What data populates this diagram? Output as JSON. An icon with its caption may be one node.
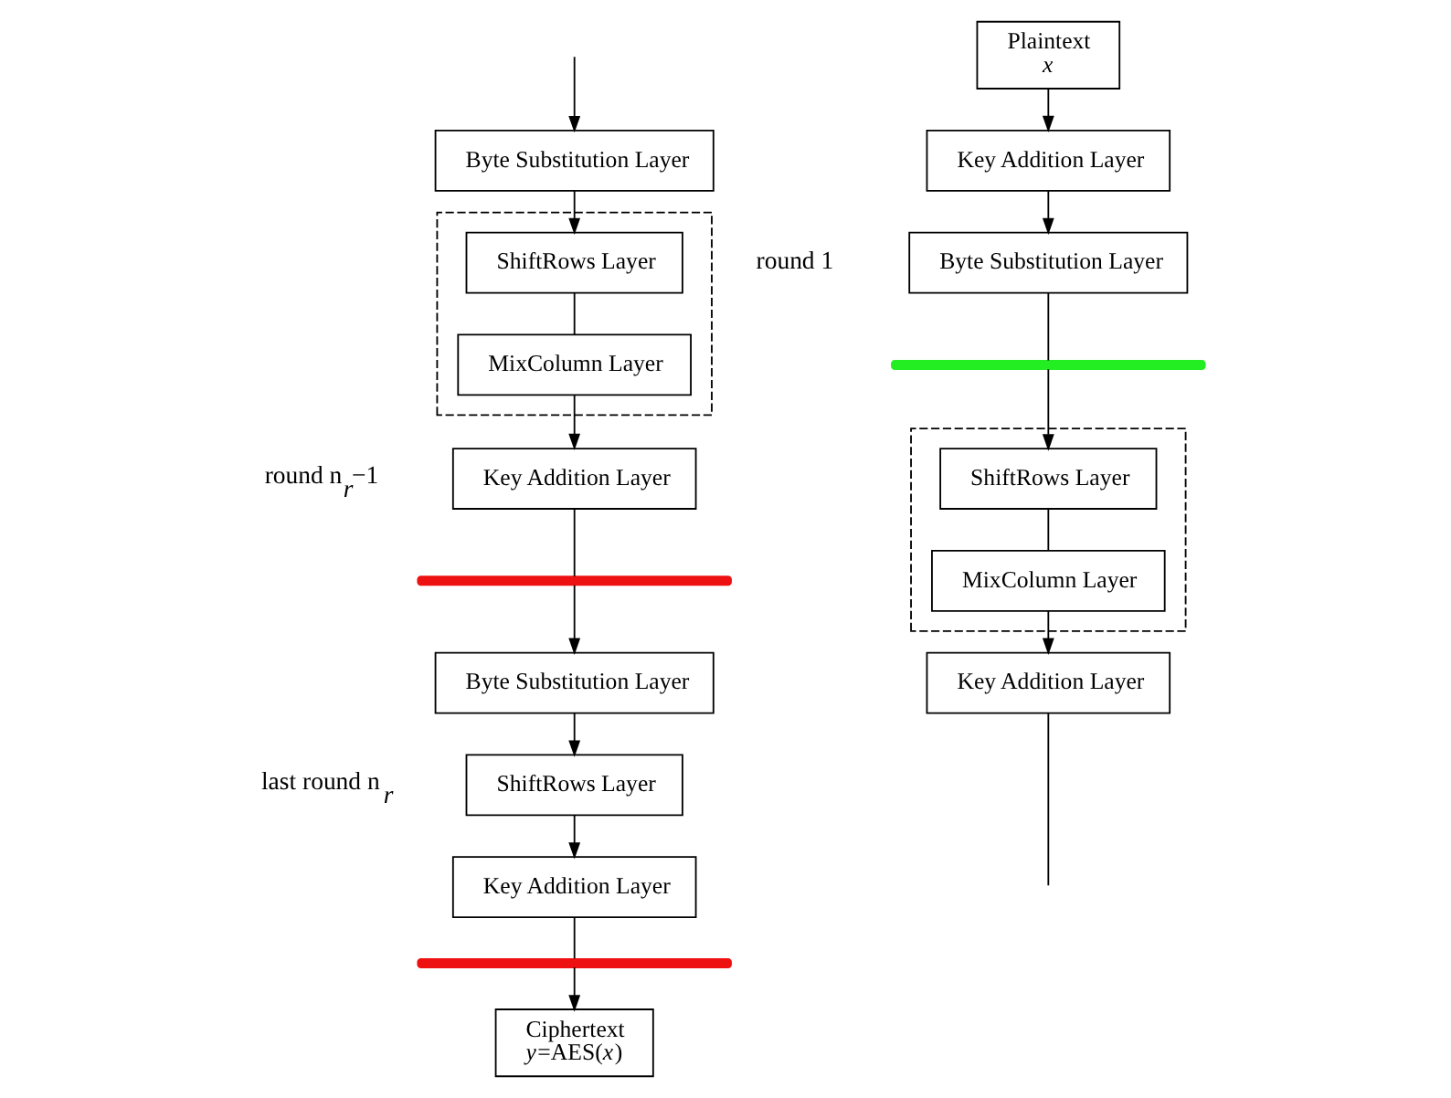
{
  "diagram": {
    "nodes": [
      {
        "text": [
          "Byte Substitution Layer"
        ]
      },
      {
        "text": [],
        "shape": "box"
      },
      {
        "text": [
          "ShiftRows Layer"
        ],
        "in": 1
      },
      {
        "text": [
          "MixColumn Layer"
        ],
        "in": 1
      },
      {
        "text": [
          "Key Addition Layer"
        ]
      },
      {
        "text": [],
        "shape": "bar"
      },
      {
        "text": [
          "Byte Substitution Layer"
        ]
      },
      {
        "text": [
          "ShiftRows Layer"
        ]
      },
      {
        "text": [
          "Key Addition Layer"
        ]
      },
      {
        "text": [],
        "shape": "bar"
      },
      {
        "text": [
          "Ciphertext",
          "*y*=AES(*x*)"
        ]
      },
      {
        "text": [
          "Plaintext",
          "*x*"
        ]
      },
      {
        "text": [
          "Key Addition Layer"
        ]
      },
      {
        "text": [
          "Byte Substitution Layer"
        ]
      },
      {
        "text": [],
        "shape": "bar"
      },
      {
        "text": [],
        "shape": "box"
      },
      {
        "text": [
          "ShiftRows Layer"
        ],
        "in": 15
      },
      {
        "text": [
          "MixColumn Layer"
        ],
        "in": 15
      },
      {
        "text": [
          "Key Addition Layer"
        ]
      }
    ],
    "edges": [
      {
        "from": null,
        "to": 0,
        "arrow": "to"
      },
      {
        "from": 0,
        "to": 2,
        "arrow": "to"
      },
      {
        "from": 2,
        "to": 3,
        "arrow": "none"
      },
      {
        "from": 3,
        "to": 4,
        "arrow": "to"
      },
      {
        "from": 4,
        "to": 5,
        "arrow": "none"
      },
      {
        "from": 5,
        "to": 6,
        "arrow": "to"
      },
      {
        "from": 6,
        "to": 7,
        "arrow": "to"
      },
      {
        "from": 7,
        "to": 8,
        "arrow": "to"
      },
      {
        "from": 8,
        "to": 9,
        "arrow": "none"
      },
      {
        "from": 9,
        "to": 10,
        "arrow": "to"
      },
      {
        "from": 11,
        "to": 12,
        "arrow": "to"
      },
      {
        "from": 12,
        "to": 13,
        "arrow": "to"
      },
      {
        "from": 13,
        "to": 14,
        "arrow": "none"
      },
      {
        "from": 14,
        "to": 16,
        "arrow": "to"
      },
      {
        "from": 16,
        "to": 17,
        "arrow": "none"
      },
      {
        "from": 17,
        "to": 18,
        "arrow": "to"
      },
      {
        "from": 18,
        "to": null,
        "arrow": "none"
      }
    ],
    "labels": [
      "round n$_{r}$−1",
      "last round n$_{r}$",
      "round 1"
    ]
  }
}
